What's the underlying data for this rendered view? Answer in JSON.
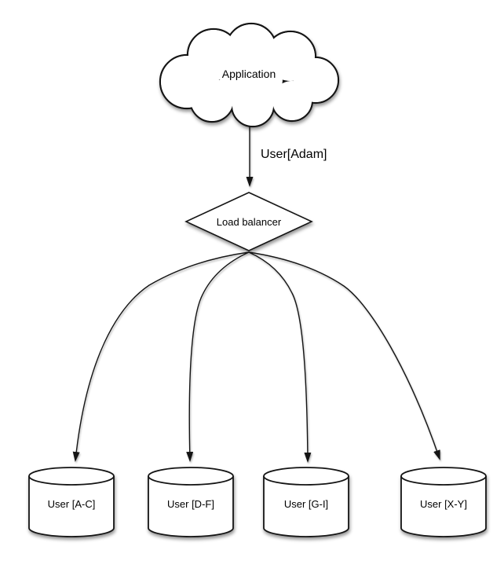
{
  "diagram": {
    "type": "sharding-architecture",
    "colors": {
      "background": "#ffffff",
      "shape_fill": "#ffffff",
      "stroke": "#141414",
      "text": "#000000"
    },
    "nodes": {
      "application": {
        "label": "Application",
        "shape": "cloud"
      },
      "load_balancer": {
        "label": "Load balancer",
        "shape": "diamond"
      },
      "shards": [
        {
          "label": "User [A-C]",
          "shape": "database-cylinder"
        },
        {
          "label": "User [D-F]",
          "shape": "database-cylinder"
        },
        {
          "label": "User [G-I]",
          "shape": "database-cylinder"
        },
        {
          "label": "User [X-Y]",
          "shape": "database-cylinder"
        }
      ]
    },
    "edges": {
      "app_to_lb": {
        "label": "User[Adam]",
        "from": "Application",
        "to": "Load balancer"
      },
      "lb_to_shards": [
        {
          "from": "Load balancer",
          "to": "User [A-C]"
        },
        {
          "from": "Load balancer",
          "to": "User [D-F]"
        },
        {
          "from": "Load balancer",
          "to": "User [G-I]"
        },
        {
          "from": "Load balancer",
          "to": "User [X-Y]"
        }
      ]
    }
  }
}
